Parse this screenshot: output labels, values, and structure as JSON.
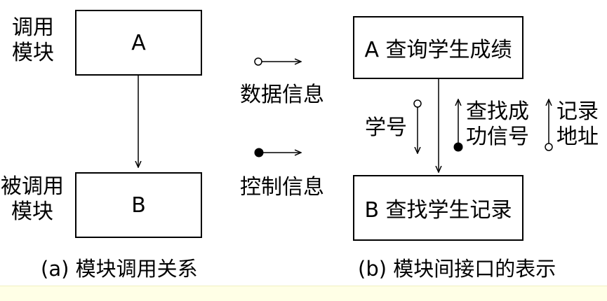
{
  "diagram_a": {
    "caller_label_line1": "调用",
    "caller_label_line2": "模块",
    "callee_label_line1": "被调用",
    "callee_label_line2": "模块",
    "box_a": "A",
    "box_b": "B",
    "caption": "(a)  模块调用关系"
  },
  "legend": {
    "data_info": "数据信息",
    "control_info": "控制信息"
  },
  "diagram_b": {
    "box_a": "A 查询学生成绩",
    "box_b": "B 查找学生记录",
    "student_id": "学号",
    "found_signal_line1": "查找成",
    "found_signal_line2": "功信号",
    "record_addr_line1": "记录",
    "record_addr_line2": "地址",
    "caption": "(b)  模块间接口的表示"
  }
}
